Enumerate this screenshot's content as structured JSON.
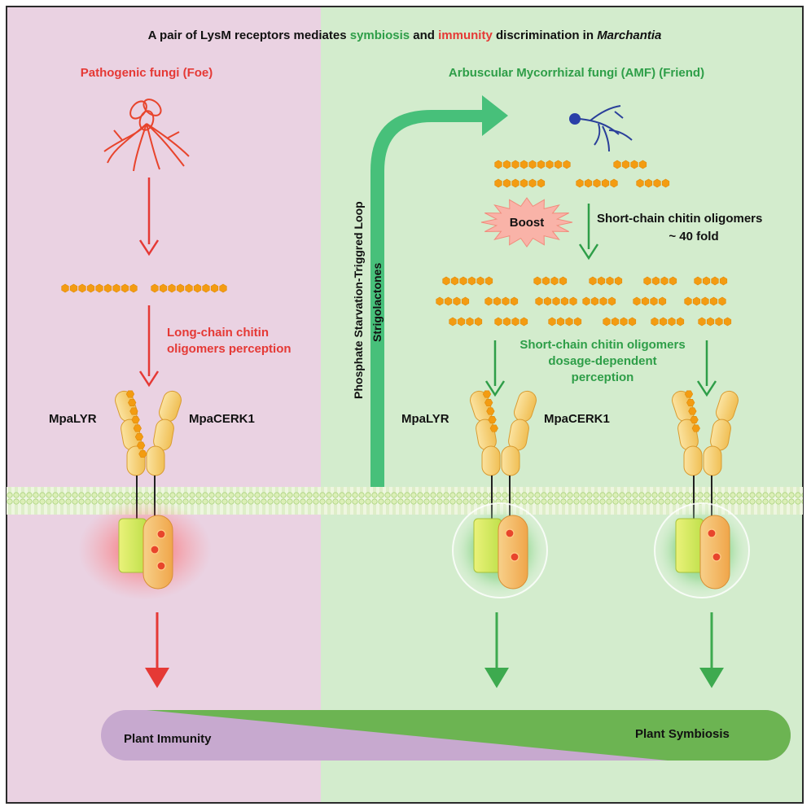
{
  "title": {
    "part1": "A pair of LysM receptors mediates ",
    "symbiosis": "symbiosis",
    "and": " and ",
    "immunity": "immunity",
    "part2": " discrimination in ",
    "species": "Marchantia"
  },
  "left": {
    "heading": "Pathogenic fungi (Foe)",
    "perception_line1": "Long-chain chitin",
    "perception_line2": "oligomers perception",
    "receptor_lyr": "MpaLYR",
    "receptor_cerk": "MpaCERK1"
  },
  "right": {
    "heading": "Arbuscular Mycorrhizal fungi (AMF) (Friend)",
    "boost": "Boost",
    "boost_line1": "Short-chain chitin oligomers",
    "boost_line2": "~ 40 fold",
    "perception_line1": "Short-chain chitin oligomers",
    "perception_line2": "dosage-dependent",
    "perception_line3": "perception",
    "receptor_lyr": "MpaLYR",
    "receptor_cerk": "MpaCERK1"
  },
  "loop": {
    "line1": "Phosphate Starvation-Triggred Loop",
    "line2": "Strigolactones"
  },
  "outcome": {
    "immunity": "Plant Immunity",
    "symbiosis": "Plant Symbiosis"
  },
  "colors": {
    "left_panel": "#ead2e2",
    "right_panel": "#d3eccd",
    "red": "#e53935",
    "green": "#2e9e48",
    "loop_arrow": "#47c07a",
    "chitin": "#f39c12",
    "receptor": "#f5c55a",
    "purple": "#c7a9cf",
    "bar_green": "#6cb452"
  }
}
